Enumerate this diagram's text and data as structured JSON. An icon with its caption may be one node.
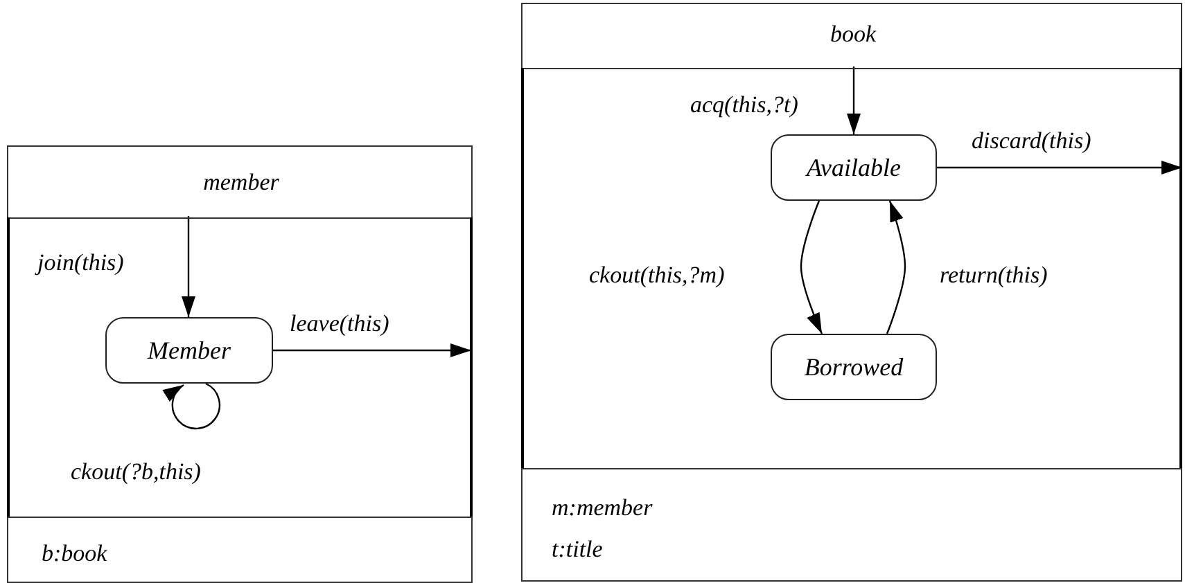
{
  "diagram": {
    "nodes": [
      {
        "text": [
          "member",
          "b:book"
        ]
      },
      {
        "text": [
          "Member"
        ],
        "in": 0
      },
      {
        "text": [
          "book",
          "m:member",
          "t:title"
        ]
      },
      {
        "text": [
          "Available"
        ],
        "in": 2
      },
      {
        "text": [
          "Borrowed"
        ],
        "in": 2
      }
    ],
    "edges": [
      {
        "from": null,
        "to": 1,
        "arrow": "to",
        "label": "join(this)"
      },
      {
        "from": 1,
        "to": null,
        "arrow": "to",
        "label": "leave(this)"
      },
      {
        "from": 1,
        "to": 1,
        "arrow": "to",
        "label": "ckout(?b,this)"
      },
      {
        "from": null,
        "to": 3,
        "arrow": "to",
        "label": "acq(this,?t)"
      },
      {
        "from": 3,
        "to": null,
        "arrow": "to",
        "label": "discard(this)"
      },
      {
        "from": 3,
        "to": 4,
        "arrow": "to",
        "label": "ckout(this,?m)"
      },
      {
        "from": 4,
        "to": 3,
        "arrow": "to",
        "label": "return(this)"
      }
    ]
  }
}
